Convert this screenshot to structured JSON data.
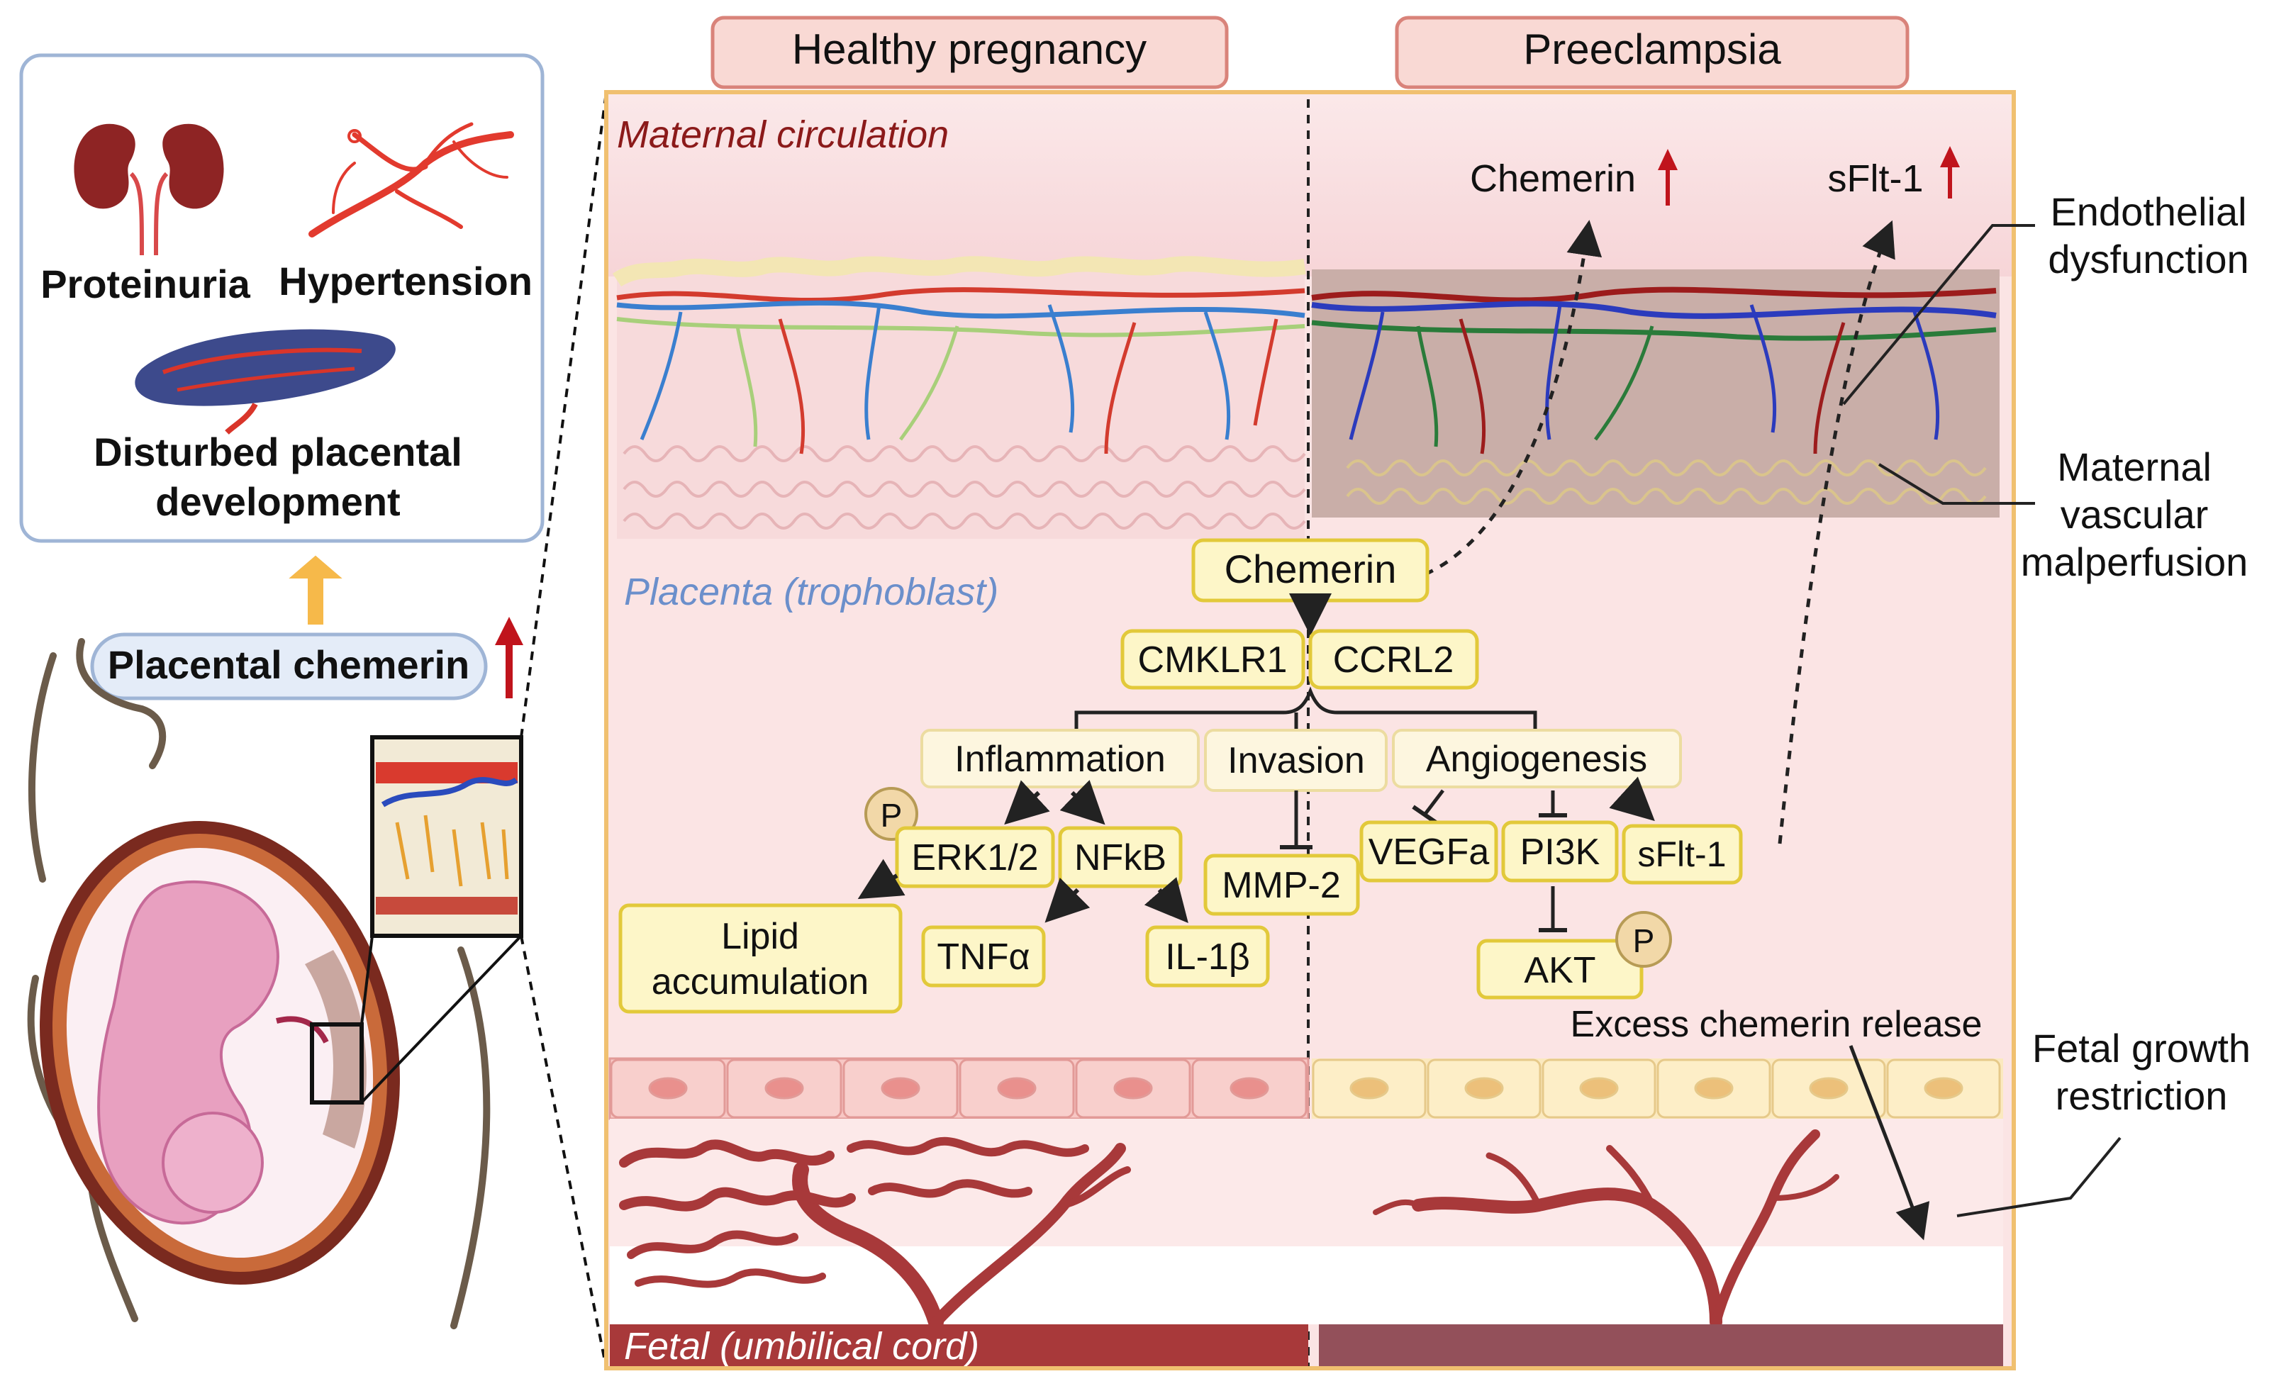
{
  "headers": {
    "healthy": "Healthy pregnancy",
    "preeclampsia": "Preeclampsia"
  },
  "symptoms": {
    "proteinuria": "Proteinuria",
    "hypertension": "Hypertension",
    "disturbed_line1": "Disturbed placental",
    "disturbed_line2": "development"
  },
  "placental_chemerin": "Placental chemerin",
  "regions": {
    "maternal": "Maternal circulation",
    "placenta": "Placenta (trophoblast)",
    "fetal": "Fetal (umbilical cord)"
  },
  "released": {
    "chemerin": "Chemerin",
    "sflt1": "sFlt-1"
  },
  "side_labels": {
    "endothelial_line1": "Endothelial",
    "endothelial_line2": "dysfunction",
    "mvm_line1": "Maternal",
    "mvm_line2": "vascular",
    "mvm_line3": "malperfusion",
    "fgr_line1": "Fetal growth",
    "fgr_line2": "restriction"
  },
  "pathway": {
    "chemerin": "Chemerin",
    "cmklr1": "CMKLR1",
    "ccrl2": "CCRL2",
    "inflammation": "Inflammation",
    "invasion": "Invasion",
    "angiogenesis": "Angiogenesis",
    "erk": "ERK1/2",
    "nfkb": "NFkB",
    "lipid_line1": "Lipid",
    "lipid_line2": "accumulation",
    "tnfa": "TNFα",
    "il1b": "IL-1β",
    "mmp2": "MMP-2",
    "vegfa": "VEGFa",
    "pi3k": "PI3K",
    "sflt1": "sFlt-1",
    "akt": "AKT",
    "phospho": "P"
  },
  "excess_release": "Excess chemerin release",
  "colors": {
    "header_fill": "#f9d9d4",
    "header_stroke": "#d9837a",
    "panel_bg": "#fbe3e3",
    "panel_border": "#f0c070",
    "box_fill": "#fdf6c8",
    "box_stroke": "#e2c93a",
    "artery": "#c0392b",
    "vein": "#3a7fcf",
    "fetal_vessel": "#a8393a",
    "up_arrow": "#c0141c",
    "maternal_label": "#8b1a1a",
    "placenta_label": "#6b8fcb"
  }
}
